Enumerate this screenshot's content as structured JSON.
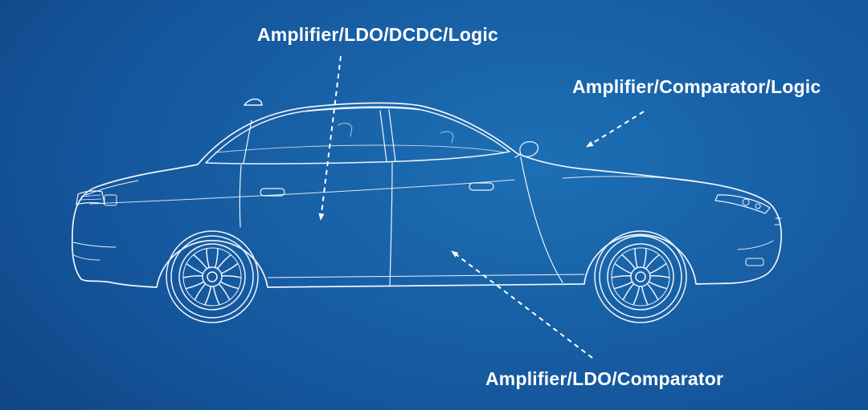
{
  "colors": {
    "background_center": "#1d6fb4",
    "background_mid": "#14549a",
    "background_edge": "#0a2c5c",
    "line_art": "#eef5fd",
    "text": "#ffffff"
  },
  "illustration": {
    "subject": "sedan car blueprint line art, side view facing right"
  },
  "callouts": [
    {
      "text": "Amplifier/LDO/DCDC/Logic",
      "position": "top-center"
    },
    {
      "text": "Amplifier/Comparator/Logic",
      "position": "top-right"
    },
    {
      "text": "Amplifier/LDO/Comparator",
      "position": "bottom-center"
    }
  ]
}
